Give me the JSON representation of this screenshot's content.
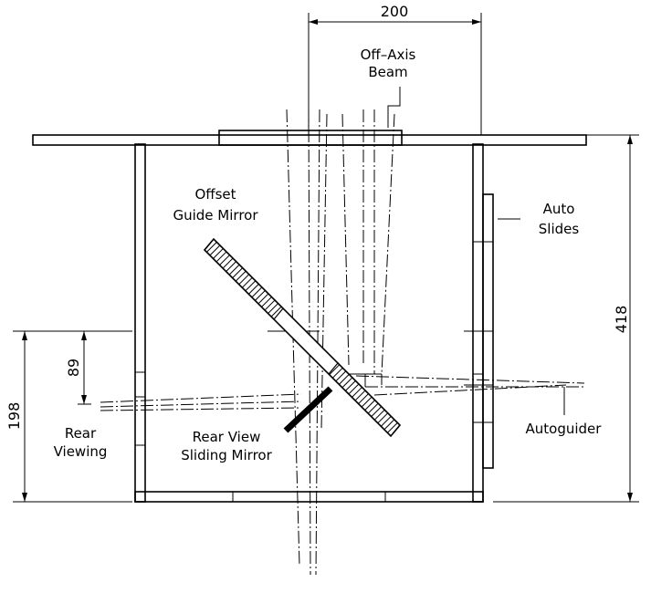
{
  "labels": {
    "off_axis_beam_1": "Off–Axis",
    "off_axis_beam_2": "Beam",
    "offset_guide_mirror_1": "Offset",
    "offset_guide_mirror_2": "Guide Mirror",
    "auto_slides_1": "Auto",
    "auto_slides_2": "Slides",
    "rear_viewing_1": "Rear",
    "rear_viewing_2": "Viewing",
    "rear_view_mirror_1": "Rear View",
    "rear_view_mirror_2": "Sliding Mirror",
    "autoguider": "Autoguider"
  },
  "dimensions": {
    "top_width": "200",
    "total_height": "418",
    "rear_height": "198",
    "offset_height": "89"
  }
}
